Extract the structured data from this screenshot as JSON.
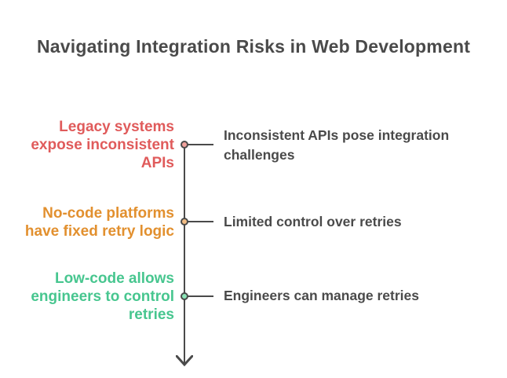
{
  "title": "Navigating Integration Risks in Web Development",
  "colors": {
    "background": "#ffffff",
    "text_dark": "#4a4a4a",
    "timeline_line": "#4a4a4a",
    "item_red": "#e05b5b",
    "item_orange": "#e2902f",
    "item_green": "#47c68f",
    "dot_red_fill": "#f2a29d",
    "dot_orange_fill": "#f2bd85",
    "dot_green_fill": "#8ce5b8"
  },
  "timeline": {
    "arrow_direction": "down",
    "items": [
      {
        "label": "Legacy systems\nexpose inconsistent\nAPIs",
        "description": "Inconsistent APIs pose integration\nchallenges",
        "color": "#e05b5b"
      },
      {
        "label": "No-code platforms\nhave fixed retry logic",
        "description": "Limited control over retries",
        "color": "#e2902f"
      },
      {
        "label": "Low-code allows\nengineers to control\nretries",
        "description": "Engineers can manage retries",
        "color": "#47c68f"
      }
    ]
  }
}
